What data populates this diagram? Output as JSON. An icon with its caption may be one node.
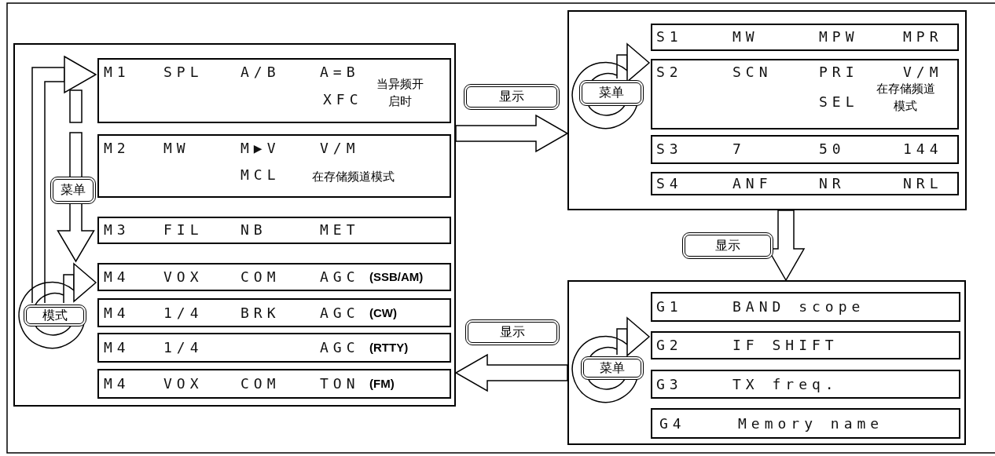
{
  "diagram": {
    "nodes": [
      {
        "text": [],
        "shape": "box"
      },
      {
        "text": [
          "M1",
          "SPL",
          "A/B",
          "A=B",
          "XFC",
          "当异频开启时"
        ],
        "in": 0
      },
      {
        "text": [
          "M2",
          "MW",
          "M▶V",
          "V/M",
          "MCL",
          "在存储频道模式"
        ],
        "in": 0
      },
      {
        "text": [
          "M3",
          "FIL",
          "NB",
          "MET"
        ],
        "in": 0
      },
      {
        "text": [
          "M4",
          "VOX",
          "COM",
          "AGC",
          "(SSB/AM)"
        ],
        "in": 0
      },
      {
        "text": [
          "M4",
          "1/4",
          "BRK",
          "AGC",
          "(CW)"
        ],
        "in": 0
      },
      {
        "text": [
          "M4",
          "1/4",
          "AGC",
          "(RTTY)"
        ],
        "in": 0
      },
      {
        "text": [
          "M4",
          "VOX",
          "COM",
          "TON",
          "(FM)"
        ],
        "in": 0
      },
      {
        "text": [
          "菜单"
        ],
        "in": 0
      },
      {
        "text": [
          "模式"
        ],
        "in": 0
      },
      {
        "text": [],
        "shape": "box"
      },
      {
        "text": [
          "S1",
          "MW",
          "MPW",
          "MPR"
        ],
        "in": 10
      },
      {
        "text": [
          "S2",
          "SCN",
          "PRI",
          "SEL",
          "V/M",
          "在存储频道模式"
        ],
        "in": 10
      },
      {
        "text": [
          "S3",
          "7",
          "50",
          "144"
        ],
        "in": 10
      },
      {
        "text": [
          "S4",
          "ANF",
          "NR",
          "NRL"
        ],
        "in": 10
      },
      {
        "text": [
          "菜单"
        ],
        "in": 10
      },
      {
        "text": [],
        "shape": "box"
      },
      {
        "text": [
          "G1",
          "BAND scope"
        ],
        "in": 16
      },
      {
        "text": [
          "G2",
          "IF SHIFT"
        ],
        "in": 16
      },
      {
        "text": [
          "G3",
          "TX freq."
        ],
        "in": 16
      },
      {
        "text": [
          "G4",
          "Memory name"
        ],
        "in": 16
      },
      {
        "text": [
          "菜单"
        ],
        "in": 16
      }
    ],
    "edges": [
      {
        "from": 0,
        "to": 10,
        "arrow": "to",
        "label": "显示"
      },
      {
        "from": 10,
        "to": 16,
        "arrow": "to",
        "label": "显示"
      },
      {
        "from": 16,
        "to": 0,
        "arrow": "to",
        "label": "显示"
      },
      {
        "from": 8,
        "to": 4,
        "arrow": "to"
      },
      {
        "from": 9,
        "to": 1,
        "arrow": "to"
      },
      {
        "from": 9,
        "to": 4,
        "arrow": "to"
      },
      {
        "from": 15,
        "to": 12,
        "arrow": "to"
      },
      {
        "from": 21,
        "to": 18,
        "arrow": "to"
      }
    ]
  }
}
